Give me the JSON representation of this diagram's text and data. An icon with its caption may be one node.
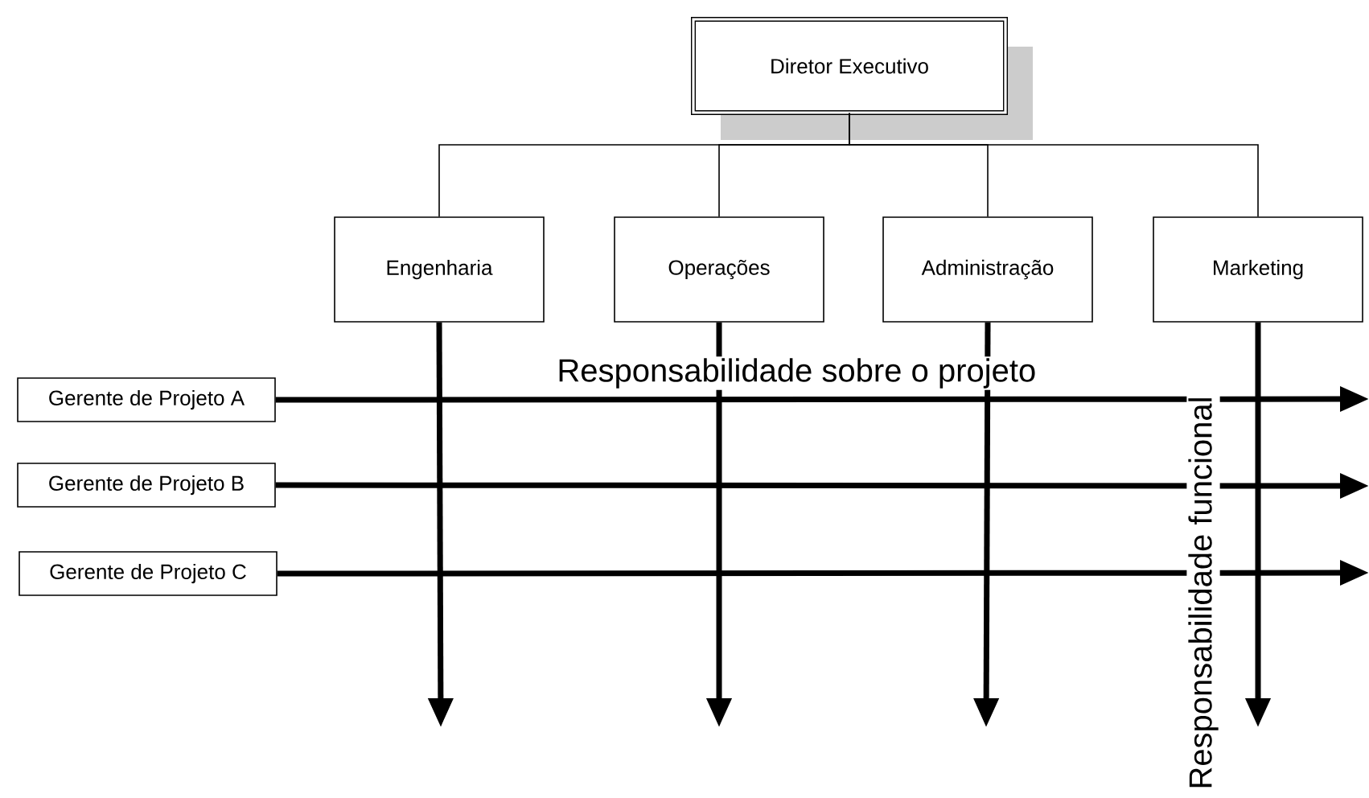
{
  "diagram": {
    "nodes": [
      {
        "text": [
          "Diretor Executivo"
        ]
      },
      {
        "text": [
          "Engenharia"
        ]
      },
      {
        "text": [
          "Operações"
        ]
      },
      {
        "text": [
          "Administração"
        ]
      },
      {
        "text": [
          "Marketing"
        ]
      },
      {
        "text": [
          "Gerente de Projeto A"
        ]
      },
      {
        "text": [
          "Gerente de Projeto B"
        ]
      },
      {
        "text": [
          "Gerente de Projeto C"
        ]
      }
    ],
    "edges": [
      {
        "from": 0,
        "to": 1,
        "arrow": "none"
      },
      {
        "from": 0,
        "to": 2,
        "arrow": "none"
      },
      {
        "from": 0,
        "to": 3,
        "arrow": "none"
      },
      {
        "from": 0,
        "to": 4,
        "arrow": "none"
      },
      {
        "from": 1,
        "to": null,
        "arrow": "to"
      },
      {
        "from": 2,
        "to": null,
        "arrow": "to"
      },
      {
        "from": 3,
        "to": null,
        "arrow": "to"
      },
      {
        "from": 4,
        "to": null,
        "arrow": "to"
      },
      {
        "from": 5,
        "to": null,
        "arrow": "to"
      },
      {
        "from": 6,
        "to": null,
        "arrow": "to"
      },
      {
        "from": 7,
        "to": null,
        "arrow": "to"
      }
    ],
    "labels": [
      "Responsabilidade sobre o projeto",
      "Responsabilidade funcional"
    ]
  }
}
